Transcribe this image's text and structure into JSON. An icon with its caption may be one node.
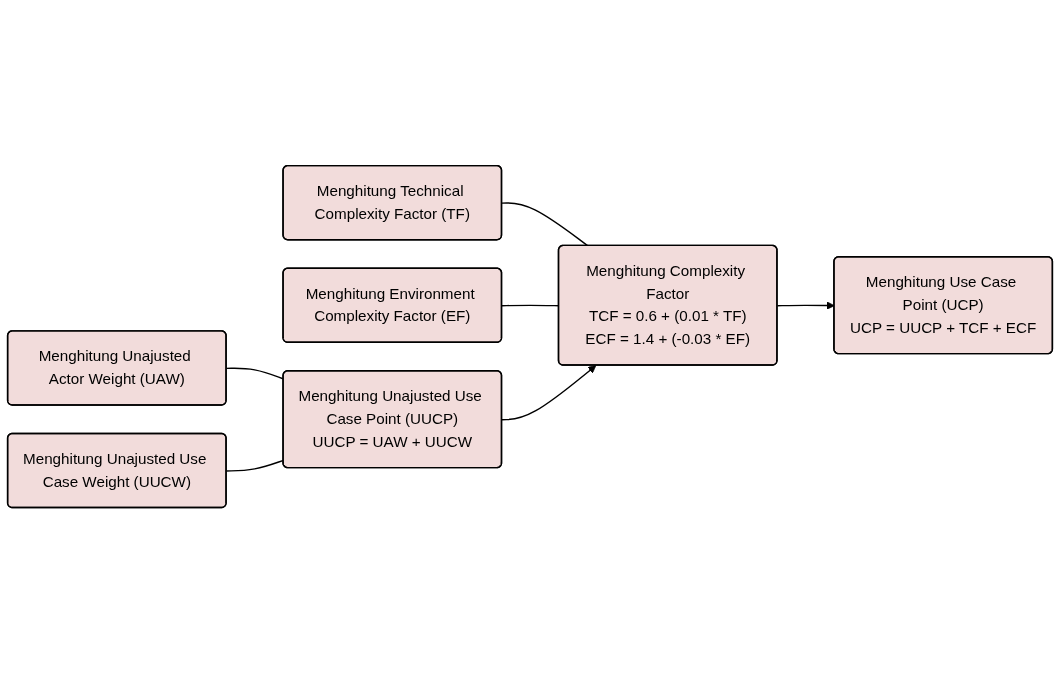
{
  "diagram": {
    "nodes": [
      {
        "text": [
          "Menghitung Unajusted Actor Weight (UAW)"
        ]
      },
      {
        "text": [
          "Menghitung Unajusted Use Case Weight (UUCW)"
        ]
      },
      {
        "text": [
          "Menghitung Technical Complexity Factor (TF)"
        ]
      },
      {
        "text": [
          "Menghitung Environment Complexity Factor (EF)"
        ]
      },
      {
        "text": [
          "Menghitung Unajusted Use Case Point (UUCP)",
          "UUCP = UAW + UUCW"
        ]
      },
      {
        "text": [
          "Menghitung Complexity Factor",
          "TCF = 0.6 + (0.01 * TF)",
          "ECF = 1.4 + (-0.03 * EF)"
        ]
      },
      {
        "text": [
          "Menghitung Use Case Point (UCP)",
          "UCP = UUCP + TCF + ECF"
        ]
      }
    ],
    "edges": [
      {
        "from": 0,
        "to": 4,
        "arrow": "none"
      },
      {
        "from": 1,
        "to": 4,
        "arrow": "none"
      },
      {
        "from": 2,
        "to": 5,
        "arrow": "none"
      },
      {
        "from": 3,
        "to": 5,
        "arrow": "none"
      },
      {
        "from": 4,
        "to": 5,
        "arrow": "to"
      },
      {
        "from": 5,
        "to": 6,
        "arrow": "to"
      }
    ]
  }
}
